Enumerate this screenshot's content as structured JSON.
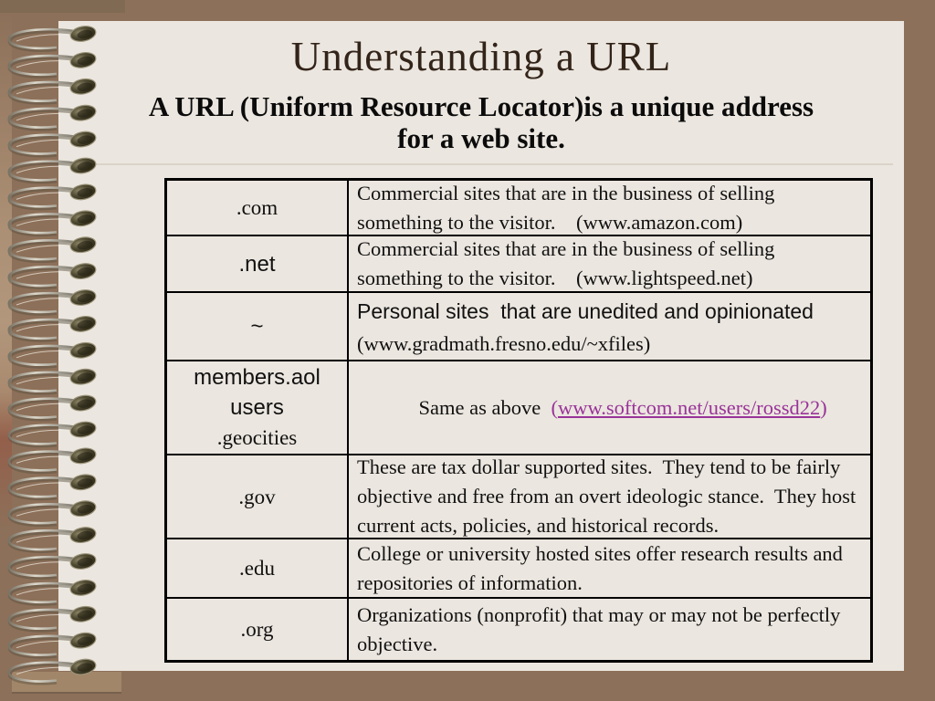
{
  "slide": {
    "title": "Understanding a URL",
    "subtitle": "A URL (Uniform Resource Locator)is a unique address\nfor a web site."
  },
  "table": {
    "rows": [
      {
        "label": ".com",
        "desc": "Commercial sites that are in the business of selling\nsomething to the visitor.    (www.amazon.com)"
      },
      {
        "label": ".net",
        "desc": "Commercial sites that are in the business of selling\nsomething to the visitor.    (www.lightspeed.net)"
      },
      {
        "label": "~",
        "desc_line1": "Personal sites  that are unedited and opinionated",
        "desc_line2": "(www.gradmath.fresno.edu/~xfiles)"
      },
      {
        "label_line1": "members.aol",
        "label_line2": "users",
        "label_line3": ".geocities",
        "desc_pre": "Same as above  ",
        "paren_open": "(",
        "link_text": "www.softcom.net/users/rossd22",
        "paren_close": ")"
      },
      {
        "label": ".gov",
        "desc": "These are tax dollar supported sites.  They tend to be fairly\nobjective and free from an overt ideologic stance.  They host\ncurrent acts, policies, and historical records."
      },
      {
        "label": ".edu",
        "desc": "College or university hosted sites offer research results and\nrepositories of information."
      },
      {
        "label": ".org",
        "desc": "Organizations (nonprofit) that may or may not be perfectly\nobjective."
      }
    ]
  },
  "colors": {
    "background": "#8d7059",
    "paper": "#ebe6df",
    "title_text": "#33241a",
    "body_text": "#111111",
    "link": "#993399",
    "table_border": "#000000",
    "divider_line": "#d9d3c9"
  },
  "decoration": {
    "spiral_binding_icon": "spiral-notebook-coils",
    "coil_count": 25
  }
}
